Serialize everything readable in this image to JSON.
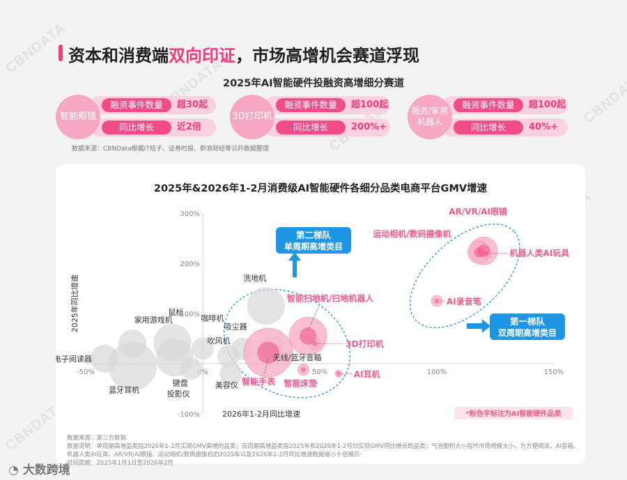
{
  "main_title": {
    "pre": "资本和消费端",
    "highlight": "双向印证",
    "post": "，市场高增机会赛道浮现"
  },
  "sub_title": "2025年AI智能硬件投融资高增细分赛道",
  "cards": [
    {
      "name": "智能眼镜",
      "label1": "融资事件数量",
      "value1": "超30起",
      "label2": "同比增长",
      "value2": "近2倍"
    },
    {
      "name": "3D打印机",
      "label1": "融资事件数量",
      "value1": "超100起",
      "label2": "同比增长",
      "value2": "200%+"
    },
    {
      "name_l1": "服务/家用",
      "name_l2": "机器人",
      "label1": "融资事件数量",
      "value1": "超100起",
      "label2": "同比增长",
      "value2": "40%+"
    }
  ],
  "source1": "数据来源：CBNData根据IT桔子、证券时报、新浪财经等公开数据整理",
  "chart_data": {
    "type": "bubble",
    "title": "2025年&2026年1-2月消费级AI智能硬件各细分品类电商平台GMV增速",
    "xlabel": "2026年1-2月同比增速",
    "ylabel": "2025年同比增速",
    "xlim": [
      -50,
      150
    ],
    "ylim": [
      -100,
      300
    ],
    "x_ticks": [
      "-50%",
      "0%",
      "50%",
      "100%",
      "150%"
    ],
    "y_ticks": [
      "300%",
      "200%",
      "100%",
      "0%",
      "-100%"
    ],
    "points": [
      {
        "label": "电子阅读器",
        "x": -42,
        "y": 10,
        "size": "md",
        "ai": false
      },
      {
        "label": "家用游戏机",
        "x": -30,
        "y": 40,
        "size": "md",
        "ai": false
      },
      {
        "label": "鼠标",
        "x": -13,
        "y": 42,
        "size": "lg",
        "ai": false
      },
      {
        "label": "蓝牙耳机",
        "x": -30,
        "y": -5,
        "size": "xl",
        "ai": false
      },
      {
        "label": "键盘",
        "x": -12,
        "y": 12,
        "size": "lg",
        "ai": false
      },
      {
        "label": "投影仪",
        "x": -5,
        "y": -10,
        "size": "sm",
        "ai": false
      },
      {
        "label": "咖啡机",
        "x": 0,
        "y": 30,
        "size": "sm",
        "ai": false
      },
      {
        "label": "吹风机",
        "x": 11,
        "y": 15,
        "size": "sm",
        "ai": false
      },
      {
        "label": "吸尘器",
        "x": 17,
        "y": 30,
        "size": "sm",
        "ai": false
      },
      {
        "label": "美容仪",
        "x": 12,
        "y": -20,
        "size": "sm",
        "ai": false
      },
      {
        "label": "洗地机",
        "x": 27,
        "y": 115,
        "size": "lg",
        "ai": false
      },
      {
        "label": "无线/蓝牙音箱",
        "x": 30,
        "y": 35,
        "size": "sm",
        "ai": false
      },
      {
        "label": "智能手表",
        "x": 28,
        "y": 22,
        "size": "xl",
        "ai": true
      },
      {
        "label": "智能扫地机/扫地机器人",
        "x": 45,
        "y": 55,
        "size": "lg",
        "ai": true
      },
      {
        "label": "3D打印机",
        "x": 48,
        "y": 40,
        "size": "xs",
        "ai": true
      },
      {
        "label": "智能床垫",
        "x": 43,
        "y": -12,
        "size": "xs",
        "ai": true
      },
      {
        "label": "AI耳机",
        "x": 58,
        "y": -20,
        "size": "xxs",
        "ai": true
      },
      {
        "label": "AI录音笔",
        "x": 100,
        "y": 125,
        "size": "xs",
        "ai": true
      },
      {
        "label": "AR/VR/AI眼镜",
        "x": 120,
        "y": 225,
        "size": "md",
        "ai": true
      },
      {
        "label": "运动相机/数码摄像机",
        "x": 118,
        "y": 222,
        "size": "sm",
        "ai": true
      },
      {
        "label": "机器人类AI玩具",
        "x": 121,
        "y": 220,
        "size": "xs",
        "ai": true
      }
    ],
    "tiers": [
      {
        "title": "第二梯队",
        "subtitle": "单周期高增类目"
      },
      {
        "title": "第一梯队",
        "subtitle": "双周期高增类目"
      }
    ],
    "legend_note": "*粉色字标注为AI智能硬件品类",
    "colors": {
      "ai": "#f05a8c",
      "ai_fill": "#f7b3ca",
      "normal_fill": "#d9d9d9",
      "tier": "#1e96e6"
    }
  },
  "notes": [
    "数据来源：第三方数据",
    "数据说明：单周期高增品类指2026年1-2月实现GMV高增的品类；双周期高增品类指2025年和2026年1-2月均实现GMV同比增长的品类；气泡面积大小指代市场规模大小，为方便阅读，AI音箱、",
    "机器人类AI玩具、AR/VR/AI眼镜、运动相机/数码摄像机的2025年以及2026年1-2月同比增速数据缩小十倍展示",
    "时间周期：2025年1月1日至2026年2月"
  ],
  "watermark": "CBNDATA",
  "footer_logo": "大数跨境"
}
